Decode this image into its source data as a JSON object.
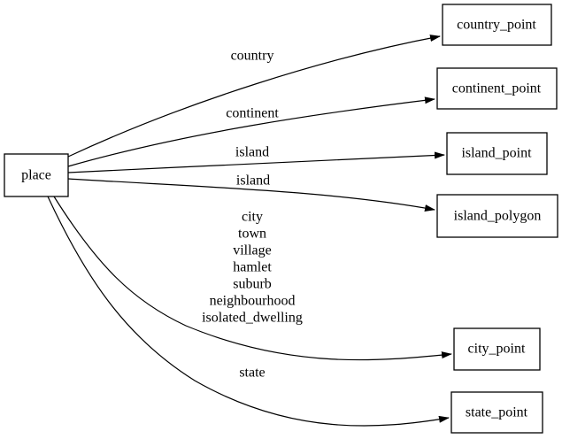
{
  "diagram": {
    "type": "directed-graph",
    "background_color": "#ffffff",
    "edge_color": "#000000",
    "node_fill_color": "#ffffff",
    "node_border_color": "#000000",
    "text_color": "#000000",
    "nodes": [
      {
        "id": "place",
        "label": "place"
      },
      {
        "id": "country_point",
        "label": "country_point"
      },
      {
        "id": "continent_point",
        "label": "continent_point"
      },
      {
        "id": "island_point",
        "label": "island_point"
      },
      {
        "id": "island_polygon",
        "label": "island_polygon"
      },
      {
        "id": "city_point",
        "label": "city_point"
      },
      {
        "id": "state_point",
        "label": "state_point"
      }
    ],
    "edges": [
      {
        "from": "place",
        "to": "country_point",
        "label": "country"
      },
      {
        "from": "place",
        "to": "continent_point",
        "label": "continent"
      },
      {
        "from": "place",
        "to": "island_point",
        "label": "island"
      },
      {
        "from": "place",
        "to": "island_polygon",
        "label": "island"
      },
      {
        "from": "place",
        "to": "city_point",
        "label_lines": [
          "city",
          "town",
          "village",
          "hamlet",
          "suburb",
          "neighbourhood",
          "isolated_dwelling"
        ]
      },
      {
        "from": "place",
        "to": "state_point",
        "label": "state"
      }
    ]
  }
}
